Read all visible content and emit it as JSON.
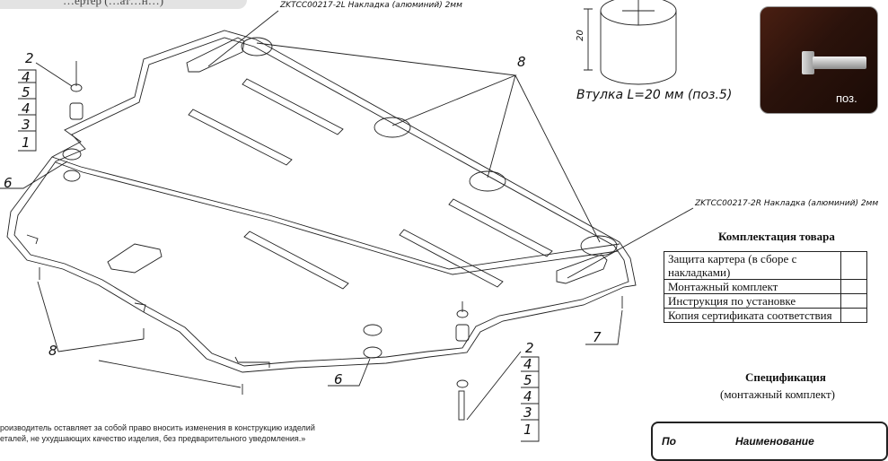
{
  "header": {
    "tag_text": "…ертер (…ат…н…)"
  },
  "labels": {
    "left_plate": "ZKTCC00217-2L Накладка (алюминий) 2мм",
    "right_plate": "ZKTCC00217-2R Накладка (алюминий) 2мм",
    "bushing_caption": "Втулка L=20 мм (поз.5)",
    "bushing_dim": "20"
  },
  "callouts": {
    "left_stack": [
      "2",
      "4",
      "5",
      "4",
      "3",
      "1"
    ],
    "right_stack": [
      "2",
      "4",
      "5",
      "4",
      "3",
      "1"
    ],
    "six_left": "6",
    "six_bottom": "6",
    "eight_top": "8",
    "eight_left": "8",
    "seven": "7"
  },
  "photo": {
    "caption": "поз."
  },
  "kit": {
    "title": "Комплектация товара",
    "rows": [
      {
        "name": "Защита картера (в сборе с накладками)"
      },
      {
        "name": "Монтажный комплект"
      },
      {
        "name": "Инструкция по установке"
      },
      {
        "name": "Копия сертификата соответствия"
      }
    ]
  },
  "spec": {
    "title": "Спецификация",
    "subtitle": "(монтажный комплект)",
    "header_1": "По",
    "header_2": "Наименование"
  },
  "disclaimer": {
    "line1": "роизводитель оставляет за собой право вносить изменения в конструкцию изделий",
    "line2": "еталей, не ухудшающих качество изделия, без предварительного уведомления.»"
  }
}
